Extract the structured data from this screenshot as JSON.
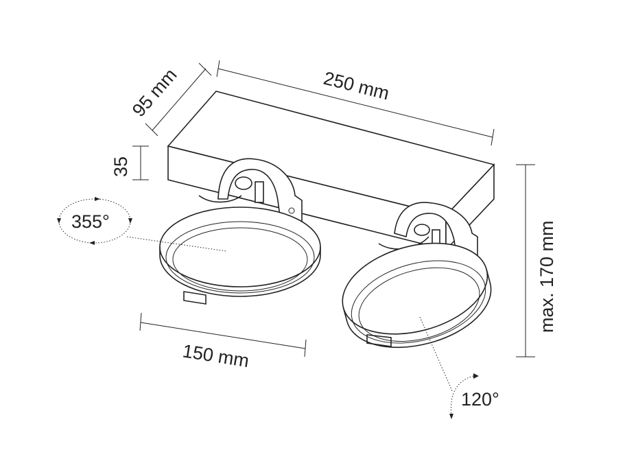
{
  "dimensions": {
    "depth": "95 mm",
    "length": "250 mm",
    "base_height": "35",
    "rotation": "355°",
    "head_diameter": "150 mm",
    "max_height": "max. 170 mm",
    "tilt": "120°"
  }
}
